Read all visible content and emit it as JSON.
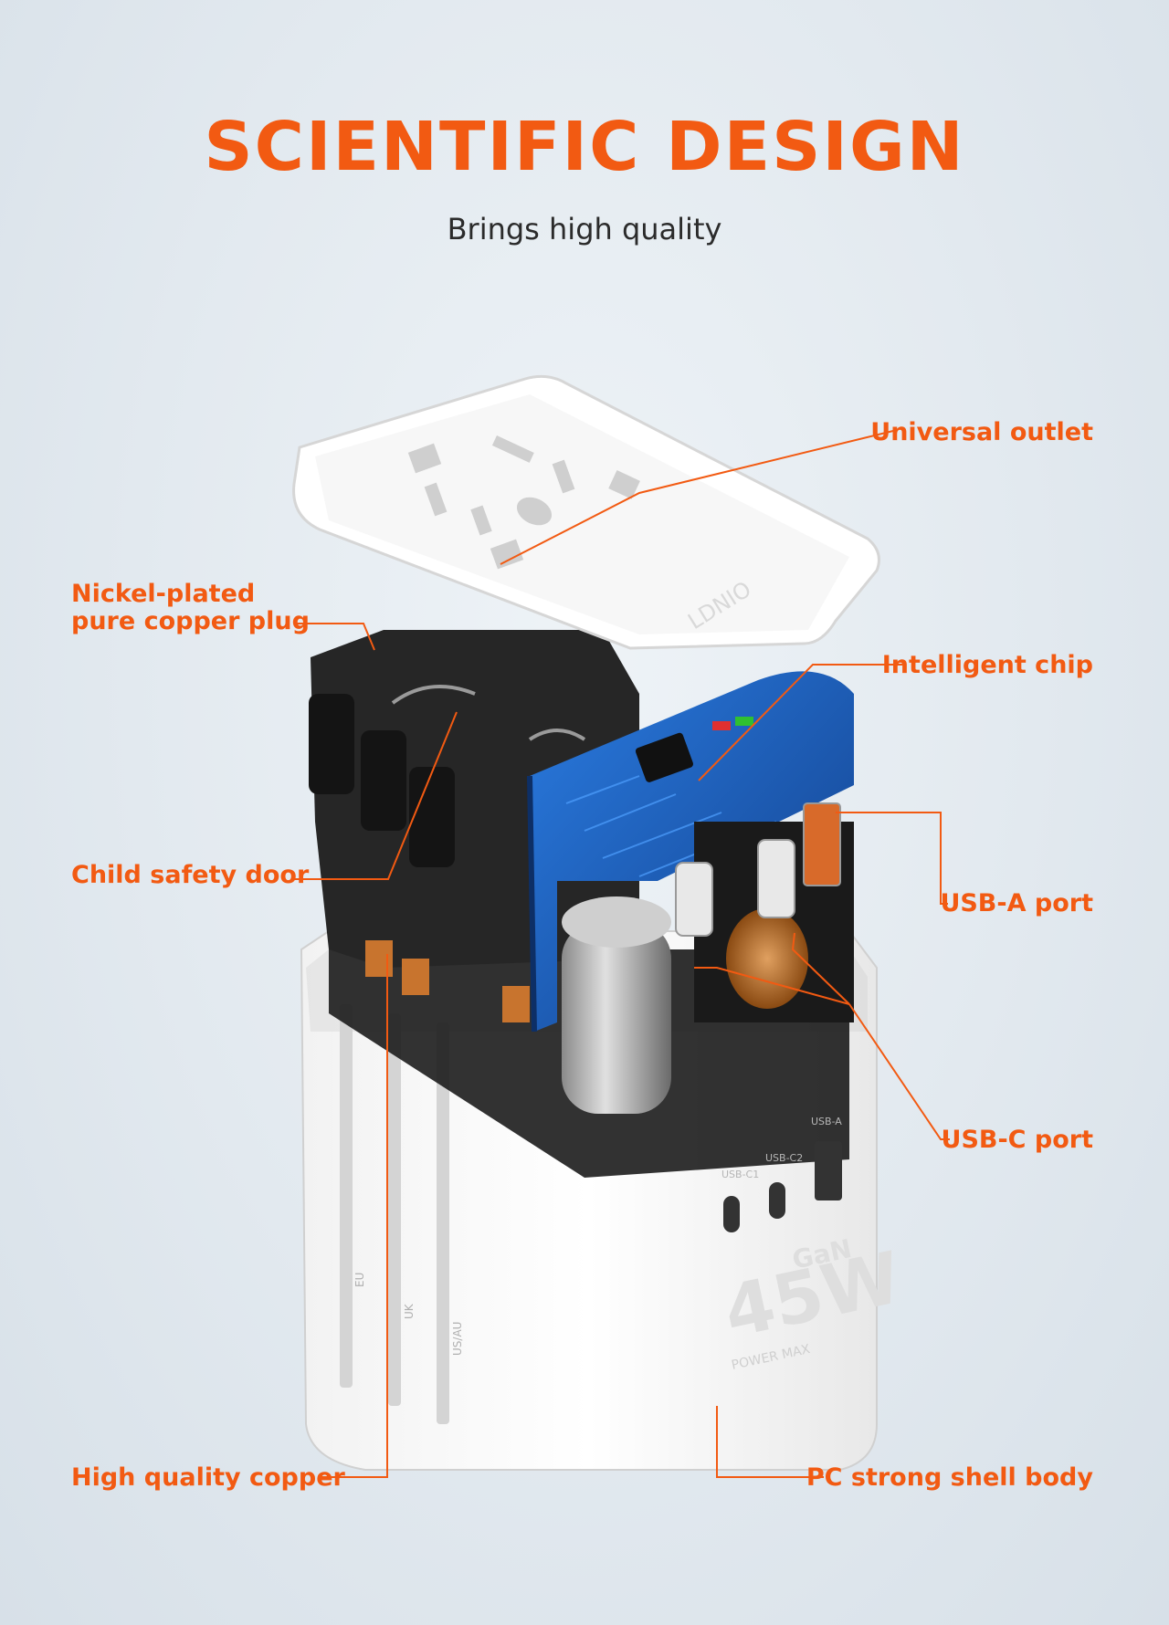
{
  "header": {
    "title": "SCIENTIFIC DESIGN",
    "subtitle": "Brings high quality"
  },
  "callouts": {
    "universal_outlet": "Universal outlet",
    "nickel_plug_line1": "Nickel-plated",
    "nickel_plug_line2": "pure copper plug",
    "intelligent_chip": "Intelligent chip",
    "child_safety_door": "Child safety door",
    "usb_a_port": "USB-A port",
    "usb_c_port": "USB-C port",
    "high_quality_copper": "High quality copper",
    "pc_shell_body": "PC strong shell body"
  },
  "product": {
    "brand": "LDNIO",
    "wattage": "45W",
    "tech": "GaN",
    "power_max": "POWER MAX",
    "port_labels": [
      "USB-C1",
      "USB-C2",
      "USB-A"
    ],
    "plug_labels": [
      "EU",
      "UK",
      "US/AU"
    ]
  },
  "colors": {
    "accent": "#f25a12",
    "pcb_blue": "#1d5fb8",
    "shell": "#ffffff",
    "internal": "#1f1f1f",
    "copper": "#c8742e"
  }
}
